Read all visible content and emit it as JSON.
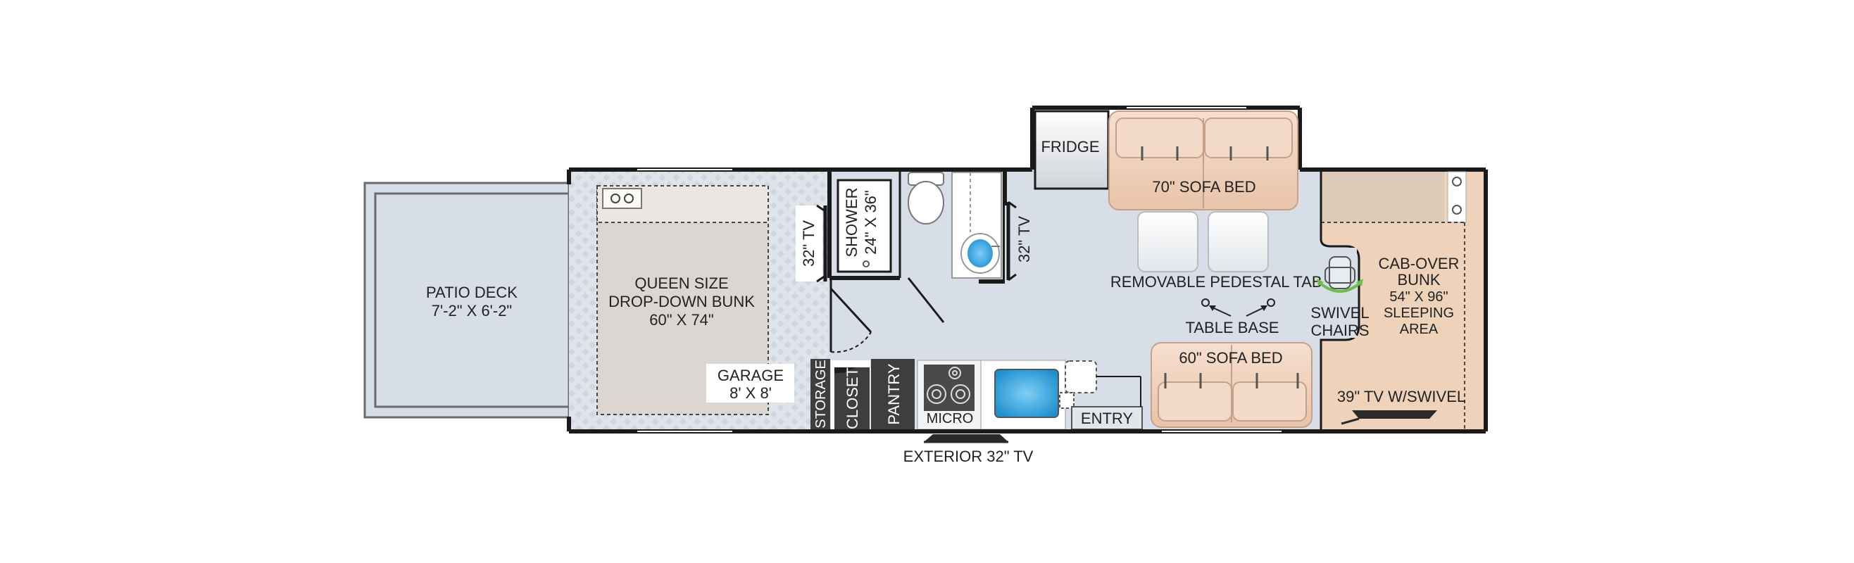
{
  "labels": {
    "patio_deck_title": "PATIO DECK",
    "patio_deck_dims": "7'-2\" X 6'-2\"",
    "bunk_line1": "QUEEN SIZE",
    "bunk_line2": "DROP-DOWN BUNK",
    "bunk_line3": "60\" X 74\"",
    "garage_line1": "GARAGE",
    "garage_line2": "8' X 8'",
    "tv_rear": "32\" TV",
    "shower_line1": "SHOWER",
    "shower_line2": "24\" X 36\"",
    "tv_bath": "32\" TV",
    "fridge": "FRIDGE",
    "sofa_bed_70": "70\" SOFA BED",
    "removable_tables": "REMOVABLE PEDESTAL TABLES",
    "table_base": "TABLE BASE",
    "sofa_bed_60": "60\" SOFA BED",
    "swivel_line1": "SWIVEL",
    "swivel_line2": "CHAIRS",
    "cabover_line1": "CAB-OVER",
    "cabover_line2": "BUNK",
    "cabover_line3": "54\" X 96\"",
    "cabover_line4": "SLEEPING",
    "cabover_line5": "AREA",
    "tv_swivel": "39\" TV W/SWIVEL",
    "storage": "STORAGE",
    "closet": "CLOSET",
    "pantry": "PANTRY",
    "micro": "MICRO",
    "entry": "ENTRY",
    "exterior_tv": "EXTERIOR 32\" TV"
  },
  "colors": {
    "floor": "#d7dee7",
    "wall": "#1a1a1a",
    "sofa": "#f0d2bd",
    "cabover": "#eed2ba",
    "cabinet_dark": "#3e3e3e",
    "sink_blue": "#2b9fd9",
    "chair_accent": "#6cc04a"
  }
}
